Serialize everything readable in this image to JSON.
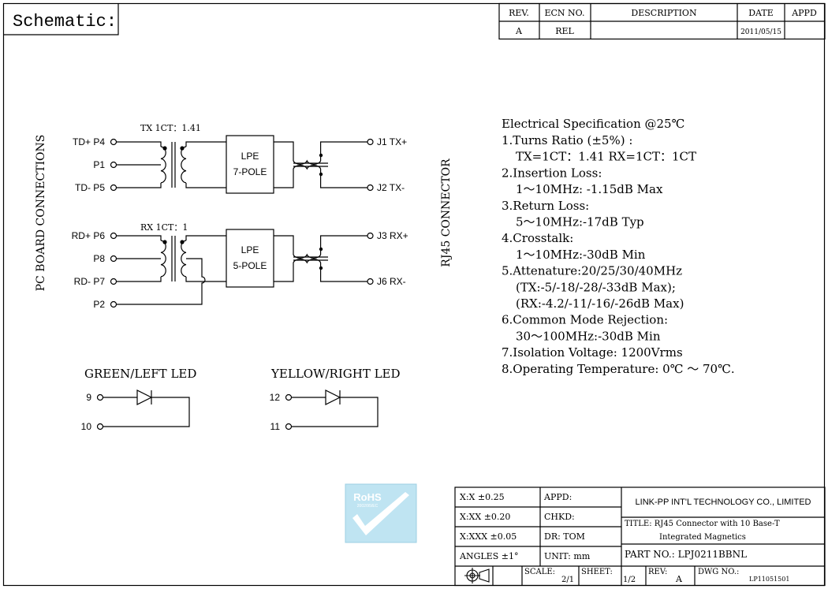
{
  "header": {
    "title": "Schematic:"
  },
  "revision_table": {
    "headers": [
      "REV.",
      "ECN NO.",
      "DESCRIPTION",
      "DATE",
      "APPD"
    ],
    "row": [
      "A",
      "REL",
      "",
      "2011/05/15",
      ""
    ]
  },
  "schematic": {
    "side_label_left": "PC BOARD CONNECTIONS",
    "side_label_right": "RJ45 CONNECTOR",
    "tx": {
      "ratio_label": "TX 1CT：1.41",
      "pins": [
        "TD+ P4",
        "P1",
        "TD- P5"
      ],
      "filter": [
        "LPE",
        "7-POLE"
      ],
      "outputs": [
        "J1 TX+",
        "J2 TX-"
      ]
    },
    "rx": {
      "ratio_label": "RX 1CT：1",
      "pins": [
        "RD+ P6",
        "P8",
        "RD- P7",
        "P2"
      ],
      "filter": [
        "LPE",
        "5-POLE"
      ],
      "outputs": [
        "J3 RX+",
        "J6 RX-"
      ]
    },
    "led_green": {
      "title": "GREEN/LEFT LED",
      "pins": [
        "9",
        "10"
      ]
    },
    "led_yellow": {
      "title": "YELLOW/RIGHT LED",
      "pins": [
        "12",
        "11"
      ]
    }
  },
  "spec": {
    "title": "Electrical Specification @25℃",
    "lines": [
      "1.Turns Ratio (±5%) :",
      "  TX=1CT：1.41      RX=1CT：1CT",
      "2.Insertion Loss:",
      "  1～10MHz: -1.15dB Max",
      "3.Return Loss:",
      "  5～10MHz:-17dB Typ",
      "4.Crosstalk:",
      "  1～10MHz:-30dB Min",
      "5.Attenature:20/25/30/40MHz",
      "  (TX:-5/-18/-28/-33dB Max);",
      "  (RX:-4.2/-11/-16/-26dB Max)",
      "6.Common Mode Rejection:",
      "  30～100MHz:-30dB Min",
      "7.Isolation Voltage: 1200Vrms",
      "8.Operating Temperature: 0℃ ～ 70℃."
    ]
  },
  "rohs": {
    "label": "RoHS",
    "sub": "2002/95/EC"
  },
  "title_block": {
    "tol_1": "X:X     ±0.25",
    "tol_2": "X:XX    ±0.20",
    "tol_3": "X:XXX  ±0.05",
    "angles": "ANGLES ±1°",
    "appd": "APPD:",
    "chkd": "CHKD:",
    "dr": "DR:   TOM",
    "unit": "UNIT:   mm",
    "company": "LINK-PP INT'L TECHNOLOGY CO., LIMITED",
    "title_line1": "TITLE:  RJ45 Connector with 10 Base-T",
    "title_line2": "Integrated Magnetics",
    "part_no": "PART NO.:    LPJ0211BBNL",
    "scale_label": "SCALE:",
    "scale_val": "2/1",
    "sheet_label": "SHEET:",
    "sheet_val": "1/2",
    "rev_label": "REV:",
    "rev_val": "A",
    "dwg_label": "DWG NO.:",
    "dwg_val": "LP11051501"
  }
}
